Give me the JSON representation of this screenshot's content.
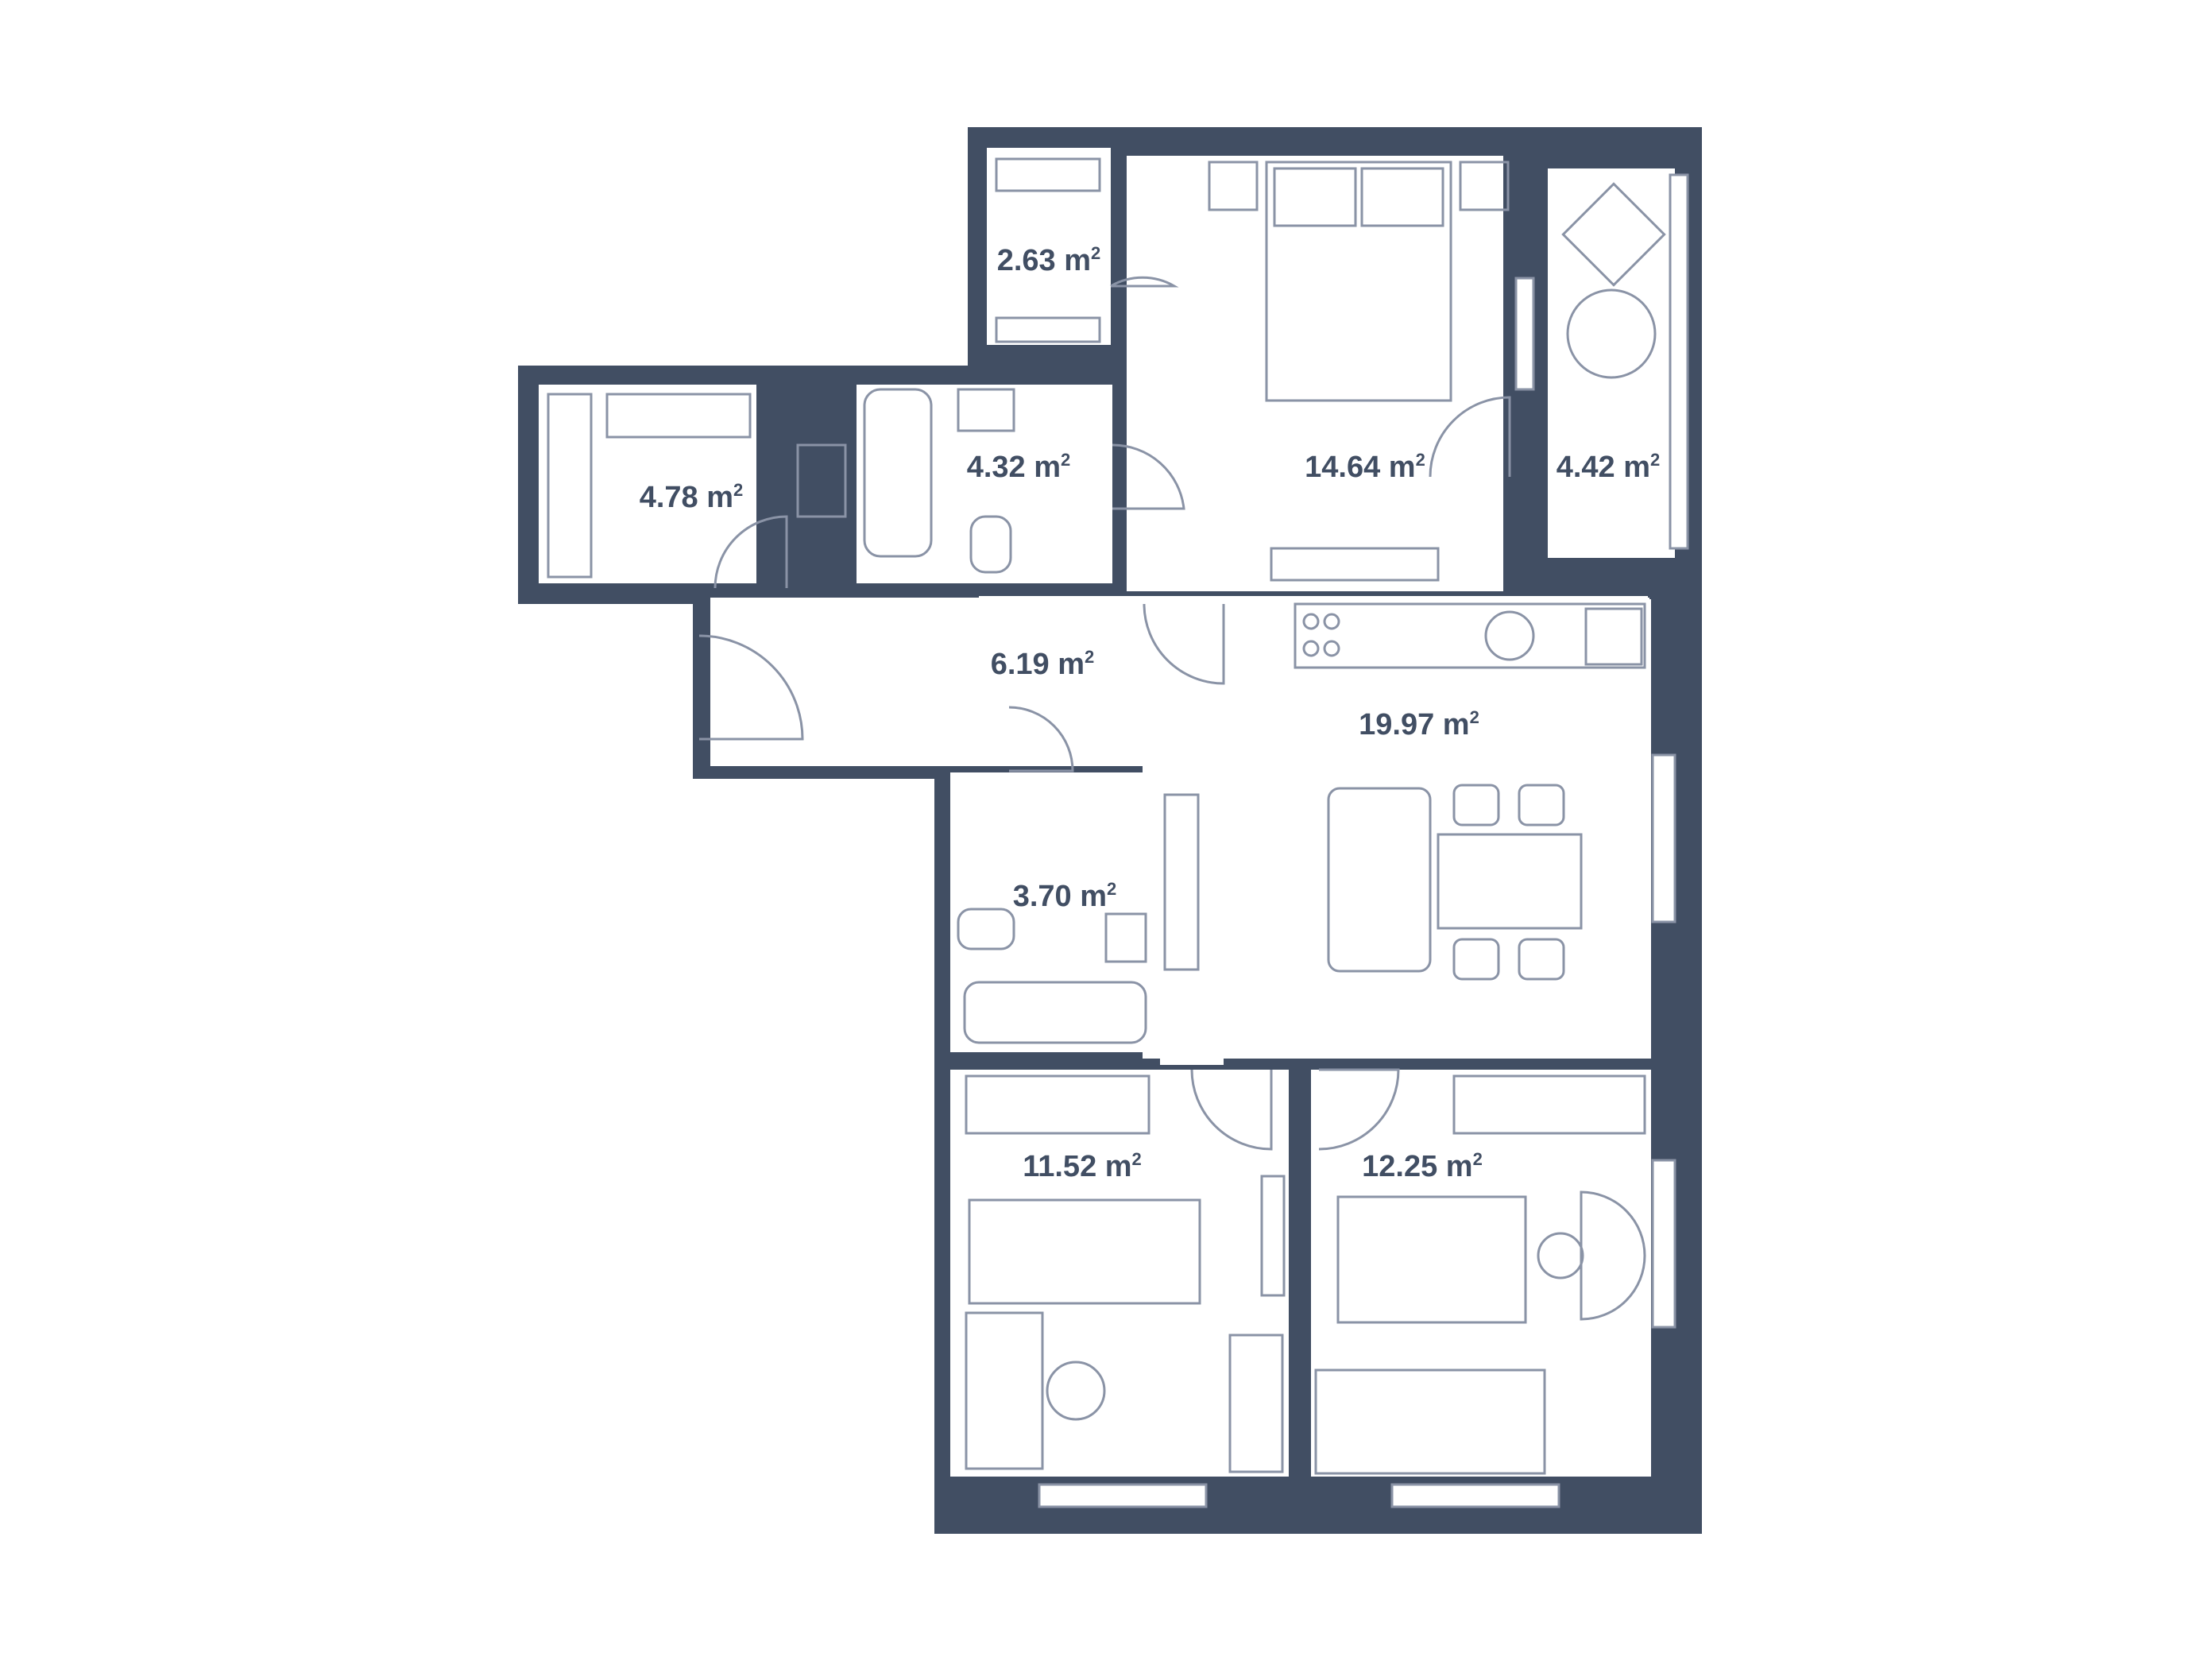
{
  "colors": {
    "wall": "#414e63",
    "line": "#8a93a6",
    "background": "#ffffff"
  },
  "unit_superscript": "2",
  "rooms": [
    {
      "id": "walk-in-closet-top",
      "area": "2.63 m"
    },
    {
      "id": "bedroom-main",
      "area": "14.64 m"
    },
    {
      "id": "balcony",
      "area": "4.42 m"
    },
    {
      "id": "storage-left",
      "area": "4.78 m"
    },
    {
      "id": "bathroom-top",
      "area": "4.32 m"
    },
    {
      "id": "hallway",
      "area": "6.19 m"
    },
    {
      "id": "kitchen-living",
      "area": "19.97 m"
    },
    {
      "id": "bathroom-bottom",
      "area": "3.70 m"
    },
    {
      "id": "bedroom-left",
      "area": "11.52 m"
    },
    {
      "id": "kids-room",
      "area": "12.25 m"
    }
  ]
}
